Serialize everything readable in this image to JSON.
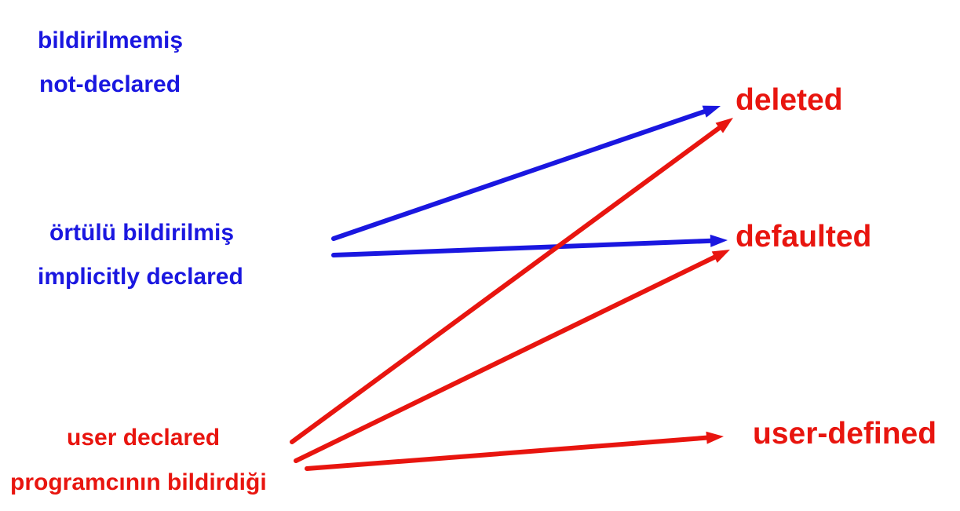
{
  "colors": {
    "blue": "#1a17e0",
    "red": "#e8150f",
    "background": "#ffffff"
  },
  "sources": {
    "not_declared": {
      "turkish": "bildirilmemiş",
      "english": "not-declared"
    },
    "implicitly_declared": {
      "turkish": "örtülü bildirilmiş",
      "english": "implicitly declared"
    },
    "user_declared": {
      "english": "user declared",
      "turkish": "programcının bildirdiği"
    }
  },
  "targets": {
    "deleted": "deleted",
    "defaulted": "defaulted",
    "user_defined": "user-defined"
  },
  "edges": [
    {
      "from": "implicitly_declared",
      "to": "deleted",
      "color": "blue"
    },
    {
      "from": "implicitly_declared",
      "to": "defaulted",
      "color": "blue"
    },
    {
      "from": "user_declared",
      "to": "deleted",
      "color": "red"
    },
    {
      "from": "user_declared",
      "to": "defaulted",
      "color": "red"
    },
    {
      "from": "user_declared",
      "to": "user_defined",
      "color": "red"
    }
  ]
}
